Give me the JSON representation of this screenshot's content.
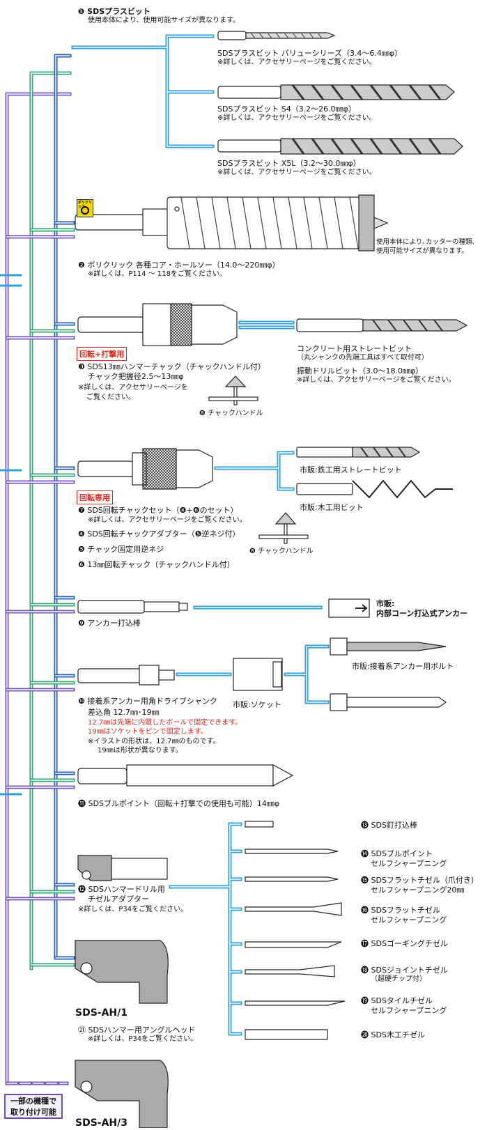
{
  "intro": {
    "num": "❶",
    "title": "SDSプラスビット",
    "note": "使用本体により、使用可能サイズが異なります。"
  },
  "bits": [
    {
      "name": "SDSプラスビット バリューシリーズ（3.4～6.4㎜φ）",
      "note": "※詳しくは、アクセサリーページをご覧ください。"
    },
    {
      "name": "SDSプラスビット S4（3.2～26.0㎜φ）",
      "note": "※詳しくは、アクセサリーページをご覧ください。"
    },
    {
      "name": "SDSプラスビット X5L（3.2～30.0㎜φ）",
      "note": "※詳しくは、アクセサリーページをご覧ください。"
    }
  ],
  "core": {
    "logo_text": "ポリクリック",
    "title": "❷ ポリクリック 各種コア・ホールソー（14.0～220㎜φ）",
    "note": "※詳しくは、P114 ～ 118をご覧ください。",
    "side_note_1": "使用本体により､カッターの種類､",
    "side_note_2": "使用可能サイズが異なります。"
  },
  "chuck": {
    "tag": "回転+打撃用",
    "title": "❸ SDS13㎜ハンマーチャック（チャックハンドル付）",
    "sub": "チャック把握径2.5～13㎜φ",
    "note1": "※詳しくは、アクセサリーページを",
    "note2": "ご覧ください。",
    "handle": "❽ チャックハンドル",
    "bit_title": "コンクリート用ストレートビット",
    "bit_sub": "（丸シャンクの先端工具はすべて取付可）",
    "vib_title": "振動ドリルビット（3.0～18.0㎜φ）",
    "vib_note": "※詳しくは、アクセサリーページをご覧ください。"
  },
  "rotchuck": {
    "tag": "回転専用",
    "l1": "❼ SDS回転チャックセット（❹+❻のセット）",
    "l1note": "※詳しくは、アクセサリーページをご覧ください。",
    "l2": "❹ SDS回転チャックアダプター（❺逆ネジ付）",
    "l3": "❺ チャック固定用逆ネジ",
    "l4": "❻ 13㎜回転チャック（チャックハンドル付）",
    "handle": "❽ チャックハンドル",
    "steel": "市販:鉄工用ストレートビット",
    "wood": "市販:木工用ビット"
  },
  "anchor": {
    "title": "❾ アンカー打込棒",
    "cone_1": "市販:",
    "cone_2": "内部コーン打込式アンカー"
  },
  "drive": {
    "title": "❿ 接着系アンカー用角ドライブシャンク",
    "sub": "差込角 12.7㎜･19㎜",
    "red1": "12.7㎜は先端に内蔵したボールで固定できます。",
    "red2": "19㎜はソケットをピンで固定します。",
    "note1": "※イラストの形状は、12.7㎜のものです。",
    "note2": "19㎜は形状が異なります。",
    "socket": "市販:ソケット",
    "bolt": "市販:接着系アンカー用ボルト"
  },
  "bullpoint": {
    "title": "⓫ SDSブルポイント（回転＋打撃での使用も可能）14㎜φ"
  },
  "chisel_adapter": {
    "title1": "⓬ SDSハンマードリル用",
    "title2": "チゼルアダプター",
    "note": "※詳しくは、P34をご覧ください。"
  },
  "chisels": [
    {
      "l1": "⓭ SDS釘打込棒",
      "l2": ""
    },
    {
      "l1": "⓮ SDSブルポイント",
      "l2": "セルフシャープニング"
    },
    {
      "l1": "⓯ SDSフラットチゼル（爪付き）",
      "l2": "セルフシャープニング20㎜"
    },
    {
      "l1": "⓰ SDSフラットチゼル",
      "l2": "セルフシャープニング"
    },
    {
      "l1": "⓱ SDSゴーギングチゼル",
      "l2": ""
    },
    {
      "l1": "⓲ SDSジョイントチゼル",
      "l2": "（超硬チップ付）"
    },
    {
      "l1": "⓳ SDSタイルチゼル",
      "l2": "セルフシャープニング"
    },
    {
      "l1": "⓴ SDS木工チゼル",
      "l2": ""
    }
  ],
  "angle": {
    "model1": "SDS-AH/1",
    "model2": "SDS-AH/3",
    "title": "㉑ SDSハンマー用アングルヘッド",
    "note": "※詳しくは、P34をご覧ください。"
  },
  "badge": {
    "l1": "一部の機種で",
    "l2": "取り付け可能"
  },
  "colors": {
    "blue": "#2f9fdc",
    "green": "#3aa67a",
    "purple": "#7659b8",
    "navy": "#2b5fb0"
  }
}
